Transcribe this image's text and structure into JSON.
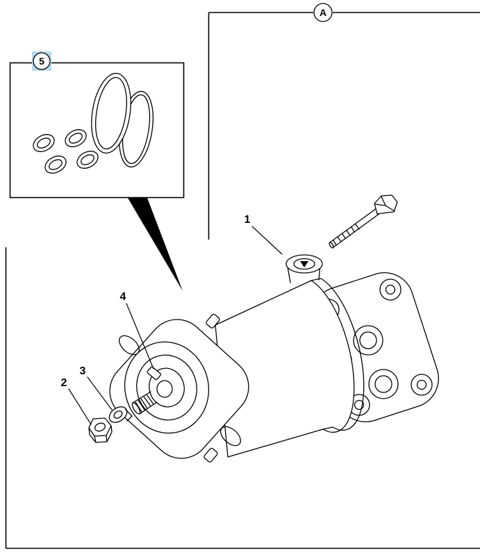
{
  "diagram": {
    "view_label": "A",
    "callouts": [
      {
        "label": "1"
      },
      {
        "label": "2"
      },
      {
        "label": "3"
      },
      {
        "label": "4"
      },
      {
        "label": "5"
      }
    ],
    "highlighted_callout": "5",
    "colors": {
      "line": "#000000",
      "background": "#ffffff",
      "highlight": "#b7dbeb"
    }
  }
}
